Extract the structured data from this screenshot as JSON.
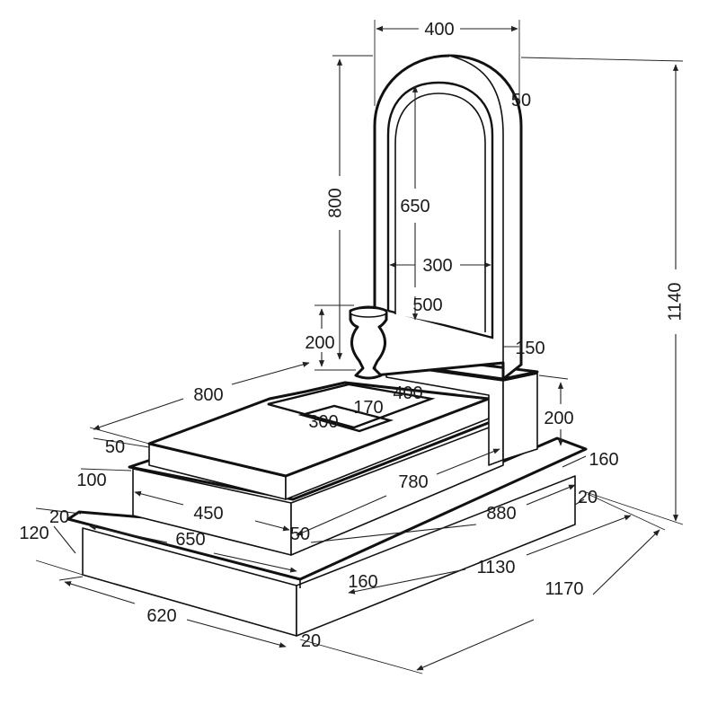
{
  "dimensions": {
    "stele_width": "400",
    "arch_border": "50",
    "stele_height": "800",
    "total_height": "1140",
    "window_height": "650",
    "window_width": "300",
    "window_straight": "500",
    "vase_height": "200",
    "stele_base_thickness": "150",
    "stele_base_length": "400",
    "stele_base_height": "200",
    "slab_length": "800",
    "flower_box_width": "170",
    "flower_box_length": "300",
    "slab_height": "50",
    "tier2_height": "100",
    "tier2_length": "780",
    "tier2_width": "450",
    "tier2_offset": "50",
    "base_overhang_top": "20",
    "base_height": "120",
    "base_width": "650",
    "base_length": "880",
    "base_inner_gap": "160",
    "base_overhang_right": "20",
    "base_right_step": "160",
    "plinth_length": "1130",
    "overall_length": "1170",
    "plinth_width": "620",
    "plinth_front_gap": "20"
  }
}
